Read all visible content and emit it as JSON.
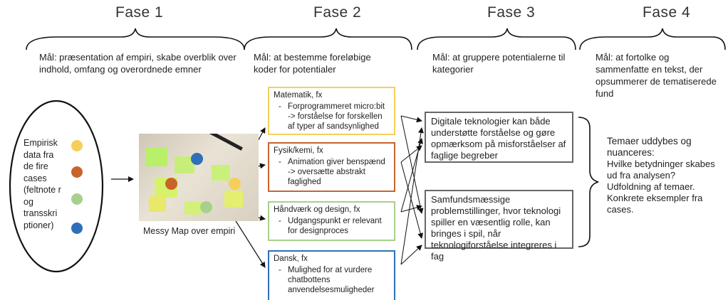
{
  "phases": [
    {
      "title": "Fase 1",
      "goal": "Mål: præsentation af empiri, skabe overblik over indhold, omfang og overordnede emner"
    },
    {
      "title": "Fase 2",
      "goal": "Mål: at bestemme foreløbige koder for potentialer"
    },
    {
      "title": "Fase 3",
      "goal": "Mål: at gruppere potentialerne til kategorier"
    },
    {
      "title": "Fase 4",
      "goal": "Mål: at fortolke og sammenfatte en tekst, der opsummerer de tematiserede fund"
    }
  ],
  "empiri": {
    "text": "Empirisk data fra de fire cases (feltnote r og transskri ptioner)",
    "dot_colors": [
      "#f5cf5a",
      "#c8642a",
      "#a8d08d",
      "#2f6fba"
    ]
  },
  "messy_map": {
    "caption": "Messy Map over empiri"
  },
  "codes": [
    {
      "heading": "Matematik, fx",
      "items": [
        "Forprogrammeret micro:bit -> forståelse for forskellen af typer af sandsynlighed"
      ],
      "color": "#f5cf5a"
    },
    {
      "heading": "Fysik/kemi, fx",
      "items": [
        "Animation giver benspænd -> oversætte abstrakt faglighed"
      ],
      "color": "#c8642a"
    },
    {
      "heading": "Håndværk og design, fx",
      "items": [
        "Udgangspunkt er relevant for designproces"
      ],
      "color": "#a8d08d"
    },
    {
      "heading": "Dansk, fx",
      "items": [
        "Mulighed for at vurdere chatbottens anvendelsesmuligheder"
      ],
      "color": "#2f6fba"
    }
  ],
  "categories": [
    {
      "text": "Digitale teknologier kan både understøtte forståelse og gøre opmærksom på misforståelser af faglige begreber"
    },
    {
      "text": "Samfundsmæssige problemstillinger, hvor teknologi spiller en væsentlig rolle, kan bringes i spil, når teknologiforståelse integreres i fag"
    }
  ],
  "conclusion": {
    "heading": "Temaer uddybes og nuanceres:",
    "body": "Hvilke betydninger skabes ud fra analysen? Udfoldning af temaer. Konkrete eksempler fra cases."
  }
}
